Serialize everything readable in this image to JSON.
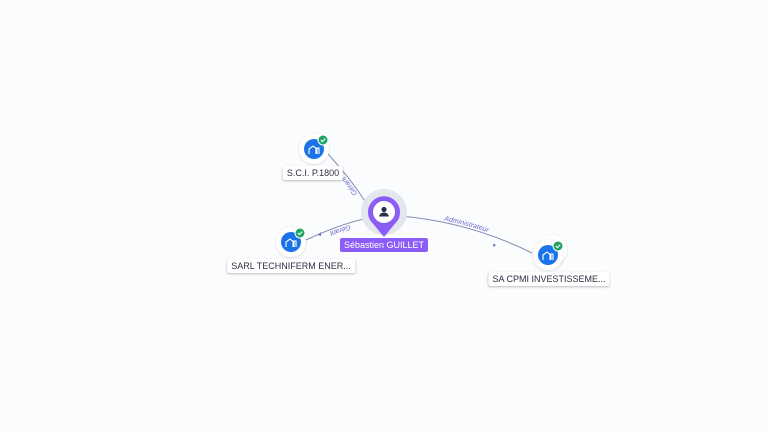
{
  "colors": {
    "person": "#8b5cf6",
    "company": "#1a73e8",
    "verified": "#1fa463",
    "edge": "#8a8fb3",
    "edge_label": "#6f66c9"
  },
  "person": {
    "name": "Sébastien GUILLET",
    "icon": "person-icon"
  },
  "companies": [
    {
      "id": "sci",
      "name": "S.C.I. P.1800",
      "icon": "building-icon",
      "verified": true
    },
    {
      "id": "sarl",
      "name": "SARL TECHNIFERM ENER...",
      "icon": "building-icon",
      "verified": true
    },
    {
      "id": "sa",
      "name": "SA CPMI INVESTISSEME...",
      "icon": "building-icon",
      "verified": true
    }
  ],
  "relations": [
    {
      "to": "sci",
      "label": "Gérant"
    },
    {
      "to": "sarl",
      "label": "Gérant"
    },
    {
      "to": "sa",
      "label": "Administrateur"
    }
  ]
}
